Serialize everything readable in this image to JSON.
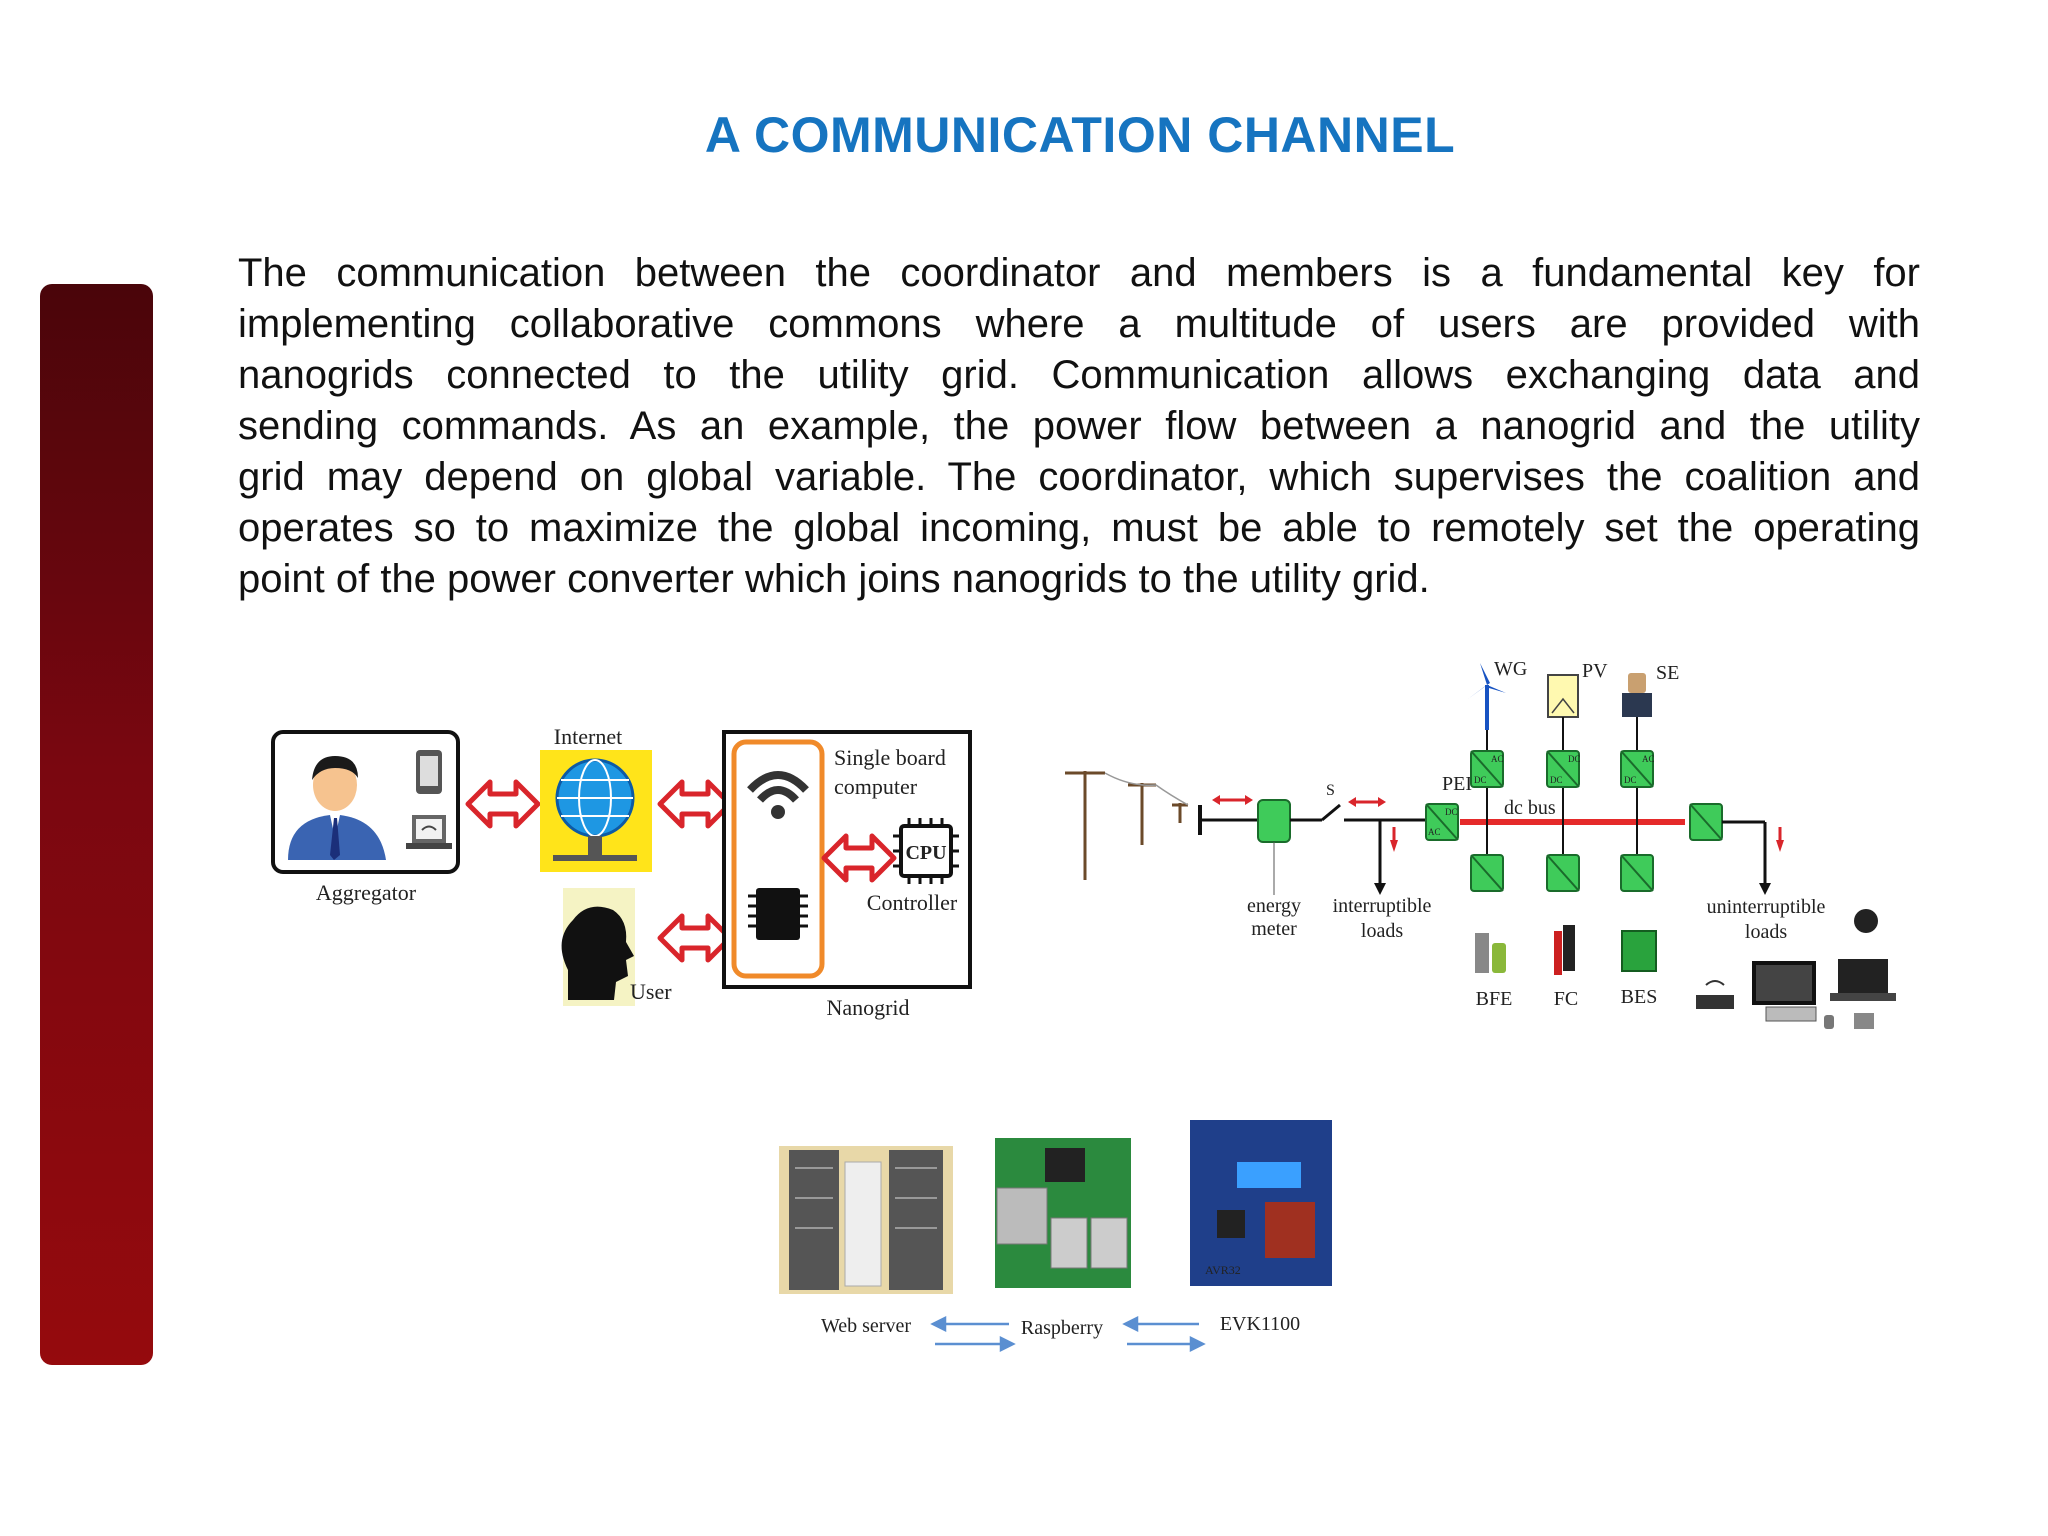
{
  "slide": {
    "title": "A COMMUNICATION CHANNEL",
    "paragraph_lines": [
      "The communication between the coordinator and members is a fundamental key for",
      "implementing collaborative commons where a multitude of users are provided with",
      "nanogrids connected to the utility grid. Communication allows exchanging data and",
      "sending commands. As an example, the power flow between a nanogrid and the utility",
      "grid may depend on global variable. The coordinator, which supervises the coalition and",
      "operates so to maximize the global incoming, must be able to remotely set the operating",
      "point of the power converter which joins nanogrids to the utility grid."
    ]
  },
  "diagram_left": {
    "aggregator_label": "Aggregator",
    "internet_label": "Internet",
    "user_label": "User",
    "sbc_label_line1": "Single board",
    "sbc_label_line2": "computer",
    "controller_label": "Controller",
    "cpu_text": "CPU",
    "nanogrid_label": "Nanogrid"
  },
  "diagram_right": {
    "wg": "WG",
    "pv": "PV",
    "se": "SE",
    "pei": "PEI",
    "dc_bus": "dc bus",
    "switch": "S",
    "energy_meter_1": "energy",
    "energy_meter_2": "meter",
    "interruptible_1": "interruptible",
    "interruptible_2": "loads",
    "uninterruptible_1": "uninterruptible",
    "uninterruptible_2": "loads",
    "bfe": "BFE",
    "fc": "FC",
    "bes": "BES",
    "ac": "AC",
    "dc": "DC"
  },
  "diagram_bottom": {
    "web_server": "Web server",
    "raspberry": "Raspberry",
    "evk": "EVK1100",
    "board_text": "AVR32"
  }
}
